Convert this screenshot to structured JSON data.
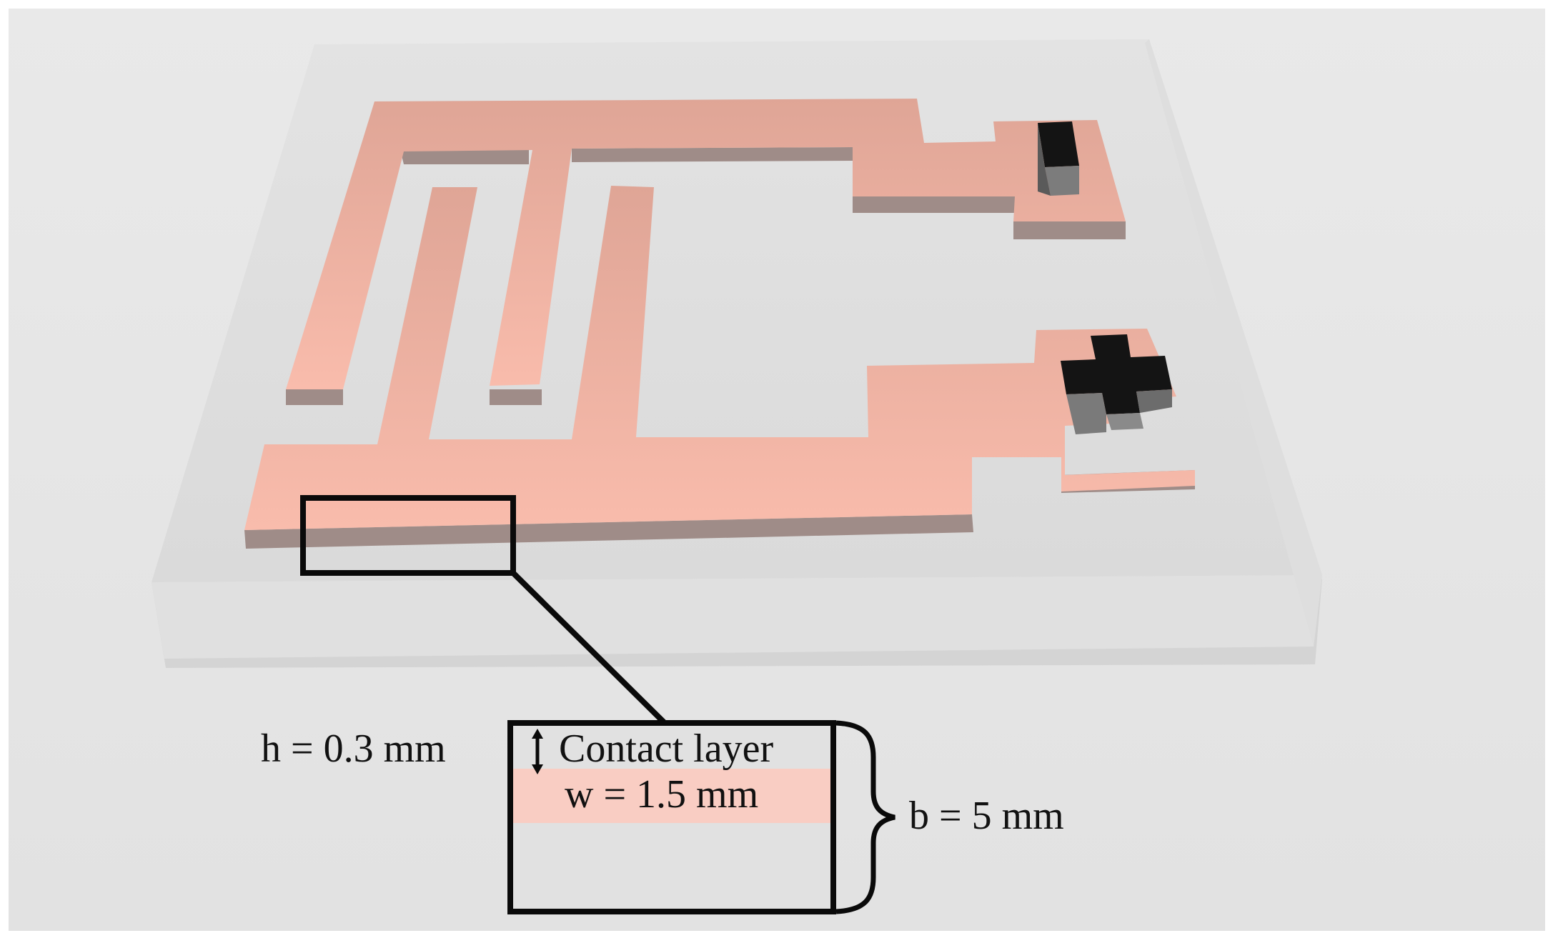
{
  "diagram": {
    "height_label": "h = 0.3 mm",
    "layer_label": "Contact layer",
    "width_label": "w = 1.5 mm",
    "base_label": "b = 5 mm",
    "colors": {
      "background": "#e5e5e5",
      "substrate_top": "#dcdcdc",
      "substrate_front": "#e0e0e0",
      "trace_top": "#f5b4a4",
      "trace_side": "#9f8c88",
      "terminal": "#161616",
      "terminal_side": "#7a7a7a",
      "inset_fill": "#e0e0e0",
      "inset_layer": "#f9cdc3",
      "outline": "#0a0a0a"
    },
    "terminals": {
      "negative": "minus-terminal-icon",
      "positive": "plus-terminal-icon"
    }
  }
}
